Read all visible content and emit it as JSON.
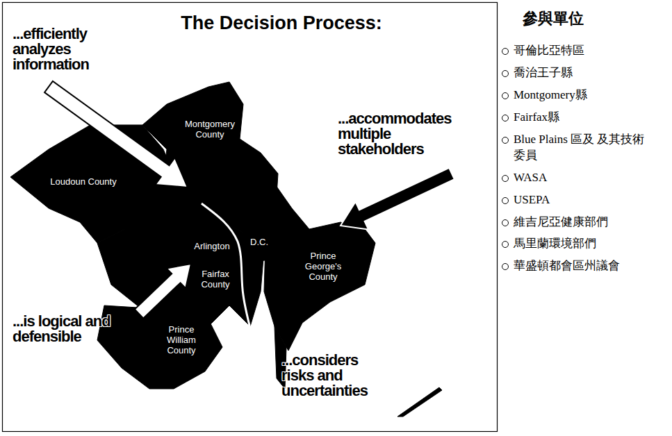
{
  "diagram": {
    "title": "The Decision Process:",
    "labels": [
      "...efficiently analyzes information",
      "...accommodates multiple stakeholders",
      "...is logical and defensible",
      "...considers risks and uncertainties",
      "Montgomery County",
      "Loudoun County",
      "Arlington",
      "D.C.",
      "Prince George's County",
      "Fairfax County",
      "Prince William County",
      "參與單位",
      "哥倫比亞特區",
      "喬治王子縣",
      "Montgomery縣",
      "Fairfax縣",
      "Blue Plains 區及 及其技術委員",
      "WASA",
      "USEPA",
      "維吉尼亞健康部們",
      "馬里蘭環境部們",
      "華盛頓都會區州議會"
    ]
  }
}
